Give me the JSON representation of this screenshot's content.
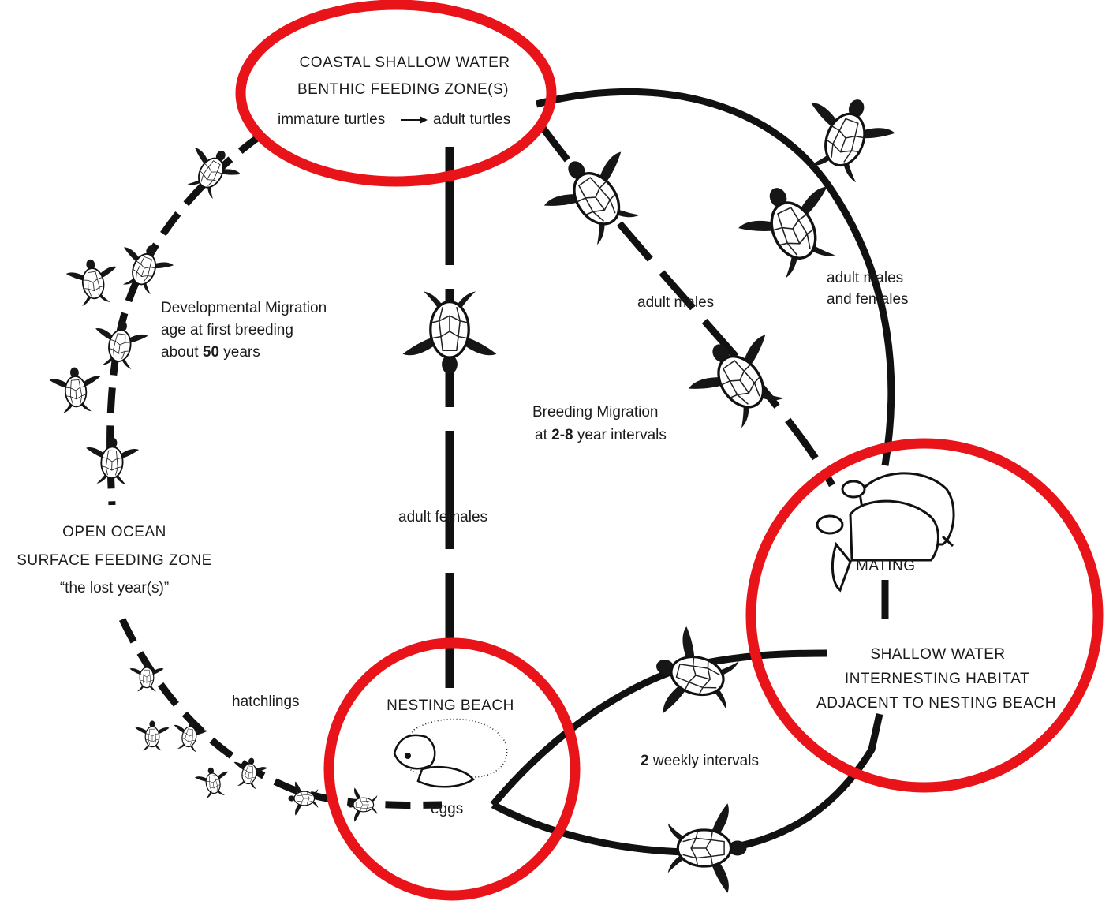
{
  "zones": {
    "coastal": {
      "line1": "COASTAL SHALLOW WATER",
      "line2": "BENTHIC FEEDING ZONE(S)",
      "from": "immature turtles",
      "to": "adult turtles"
    },
    "open_ocean": {
      "line1": "OPEN OCEAN",
      "line2": "SURFACE FEEDING ZONE",
      "line3": "“the lost year(s)”"
    },
    "nesting_beach": {
      "title": "NESTING BEACH",
      "eggs": "eggs"
    },
    "mating": "MATING",
    "internesting": {
      "line1": "SHALLOW  WATER",
      "line2": "INTERNESTING  HABITAT",
      "line3": "ADJACENT  TO NESTING BEACH"
    }
  },
  "labels": {
    "dev_migration": {
      "line1": "Developmental Migration",
      "line2": "age at first breeding",
      "line3_pre": "about ",
      "line3_num": "50",
      "line3_post": " years"
    },
    "breeding_migration": {
      "line1": "Breeding Migration",
      "line2_pre": "at ",
      "line2_num": "2-8",
      "line2_post": " year intervals"
    },
    "adult_females": "adult females",
    "adult_males": "adult males",
    "adult_males_females_1": "adult males",
    "adult_males_females_2": "and females",
    "hatchlings": "hatchlings",
    "weekly_num": "2",
    "weekly_text": " weekly  intervals"
  },
  "highlight_color": "#e8141a",
  "line_color": "#111111"
}
